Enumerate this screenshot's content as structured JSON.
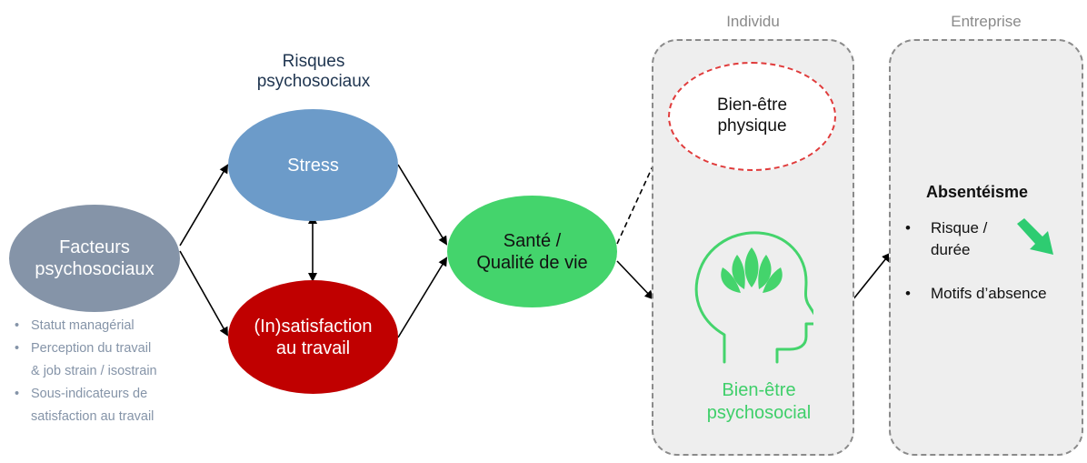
{
  "groups": {
    "individual": "Individu",
    "company": "Entreprise"
  },
  "risk_heading": "Risques\npsychosociaux",
  "nodes": {
    "factors": "Facteurs\npsychosociaux",
    "stress": "Stress",
    "dissatisfaction": "(In)satisfaction\nau travail",
    "health": "Santé /\nQualité de vie",
    "physical": "Bien-être\nphysique",
    "psychosocial": "Bien-être\npsychosocial"
  },
  "factor_details": [
    "Statut managérial",
    "Perception du travail\n& job strain / isostrain",
    "Sous-indicateurs de\nsatisfaction au travail"
  ],
  "absenteeism": {
    "title": "Absentéisme",
    "items": [
      "Risque /\ndurée",
      "Motifs d’absence"
    ]
  },
  "colors": {
    "factors": "#8594a8",
    "stress": "#6c9bc9",
    "dissatisfaction": "#c00000",
    "health": "#44d46c",
    "physical_border": "#e03b3b",
    "psychosocial": "#3fcf6a",
    "trend_arrow": "#2ecc71",
    "group_border": "#8a8a8a",
    "group_fill": "#eeeeee"
  },
  "icons": {
    "head": "head-lotus-icon",
    "trend": "arrow-down-right-icon"
  }
}
